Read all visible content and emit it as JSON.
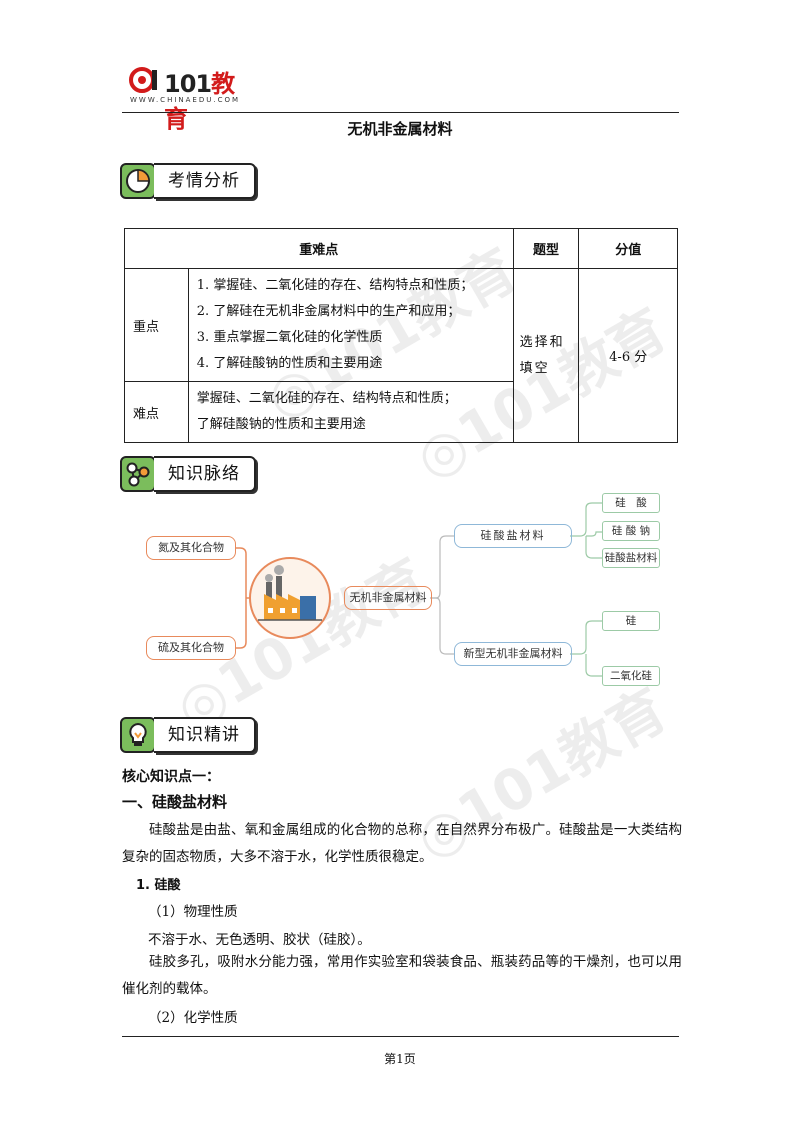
{
  "header": {
    "brand_num": "101",
    "brand_cn": "教育",
    "url": "WWW.CHINAEDU.COM"
  },
  "title": "无机非金属材料",
  "sections": {
    "analysis": "考情分析",
    "knowledge_map": "知识脉络",
    "knowledge_detail": "知识精讲"
  },
  "table": {
    "headers": [
      "重难点",
      "题型",
      "分值"
    ],
    "key_label": "重点",
    "key_points": [
      "1. 掌握硅、二氧化硅的存在、结构特点和性质；",
      "2. 了解硅在无机非金属材料中的生产和应用；",
      "3. 重点掌握二氧化硅的化学性质",
      "4. 了解硅酸钠的性质和主要用途"
    ],
    "difficult_label": "难点",
    "difficult_points": [
      "掌握硅、二氧化硅的存在、结构特点和性质；",
      "了解硅酸钠的性质和主要用途"
    ],
    "question_type": "选择和填空",
    "score": "4-6 分"
  },
  "mindmap": {
    "left_top": "氮及其化合物",
    "left_bottom": "硫及其化合物",
    "center": "无机非金属材料",
    "branch_top": "硅酸盐材料",
    "branch_bottom": "新型无机非金属材料",
    "leaves_top": [
      "硅　酸",
      "硅 酸 钠",
      "硅酸盐材料"
    ],
    "leaves_bottom": [
      "硅",
      "二氧化硅"
    ]
  },
  "body": {
    "core_heading": "核心知识点一：",
    "section_heading": "一、硅酸盐材料",
    "intro": "硅酸盐是由盐、氧和金属组成的化合物的总称，在自然界分布极广。硅酸盐是一大类结构复杂的固态物质，大多不溶于水，化学性质很稳定。",
    "sub_heading": "1. 硅酸",
    "item1": "（1）物理性质",
    "line1": "不溶于水、无色透明、胶状（硅胶）。",
    "line2": "硅胶多孔，吸附水分能力强，常用作实验室和袋装食品、瓶装药品等的干燥剂，也可以用催化剂的载体。",
    "item2": "（2）化学性质"
  },
  "footer": "第1页",
  "colors": {
    "banner_green": "#7bbd5c",
    "logo_red": "#d21b1b",
    "map_orange": "#e88a5c",
    "map_blue": "#8fb8d8",
    "map_green": "#9ccaa6"
  }
}
